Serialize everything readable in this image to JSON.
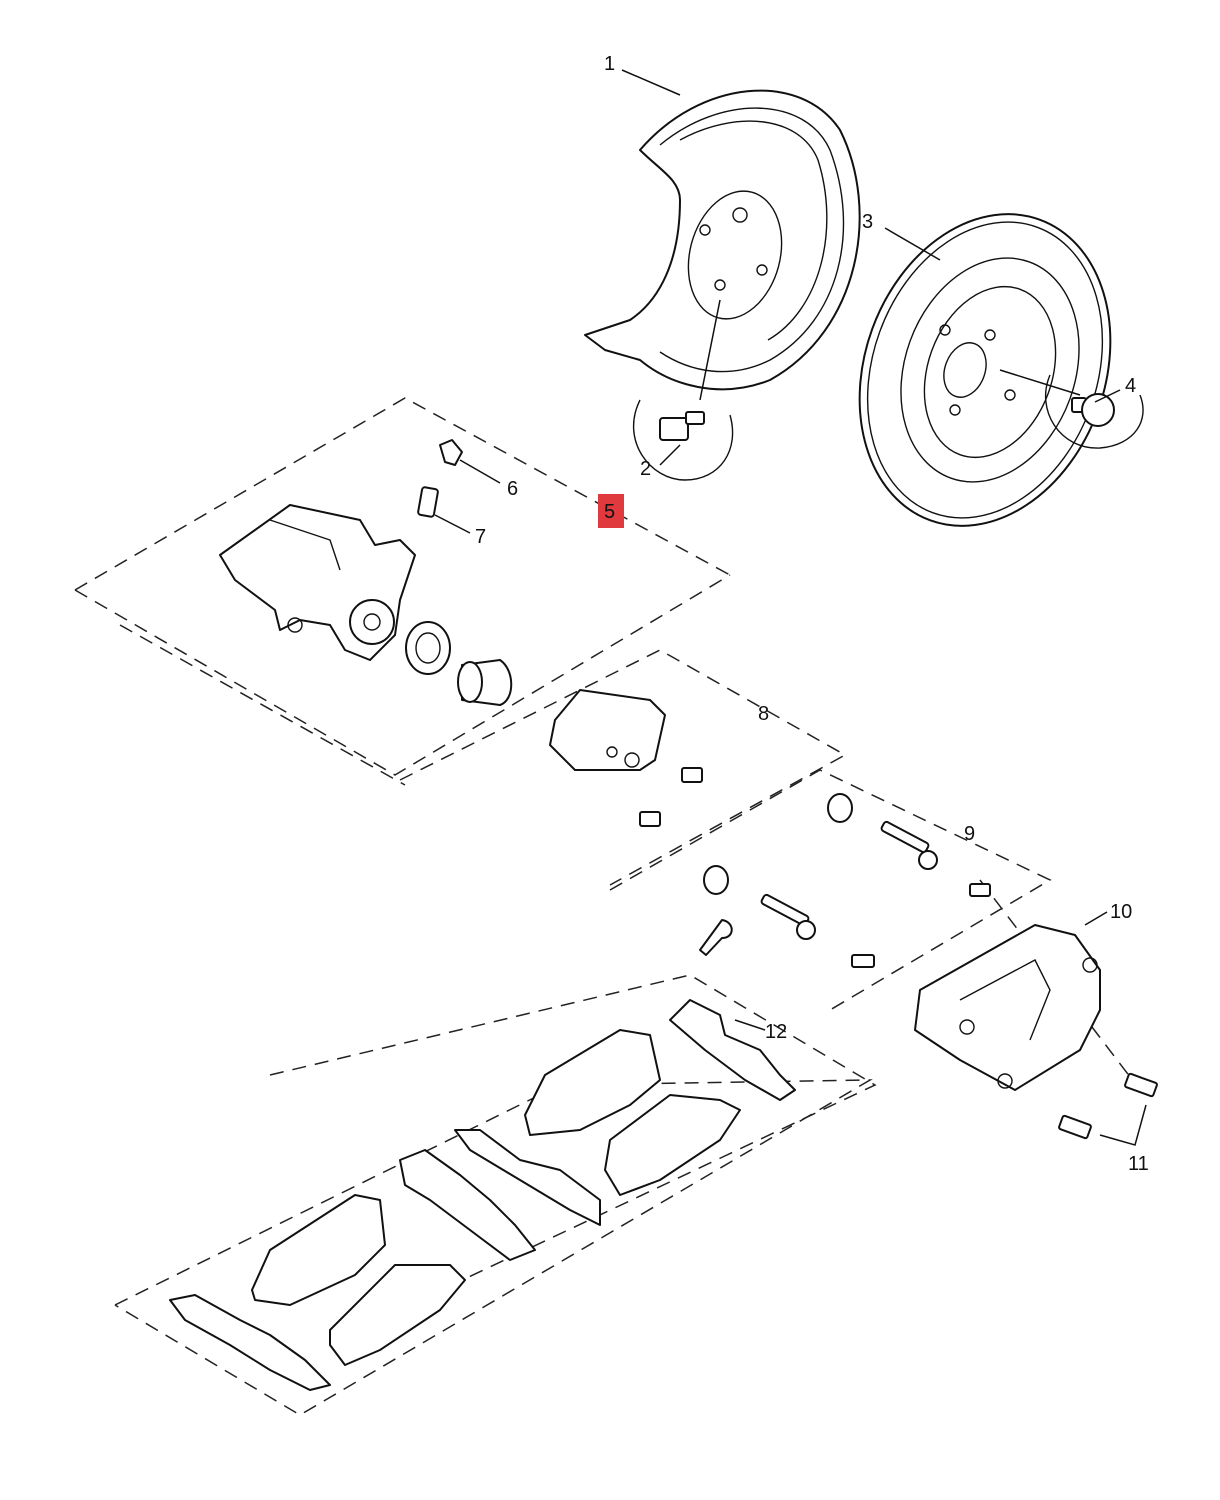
{
  "diagram": {
    "callouts": {
      "c1": "1",
      "c2": "2",
      "c3": "3",
      "c4": "4",
      "c5": "5",
      "c6": "6",
      "c7": "7",
      "c8": "8",
      "c9": "9",
      "c10": "10",
      "c11": "11",
      "c12": "12"
    },
    "highlight_callout": "5",
    "colors": {
      "line": "#111111",
      "highlight": "#e0393e",
      "background": "#ffffff"
    }
  }
}
